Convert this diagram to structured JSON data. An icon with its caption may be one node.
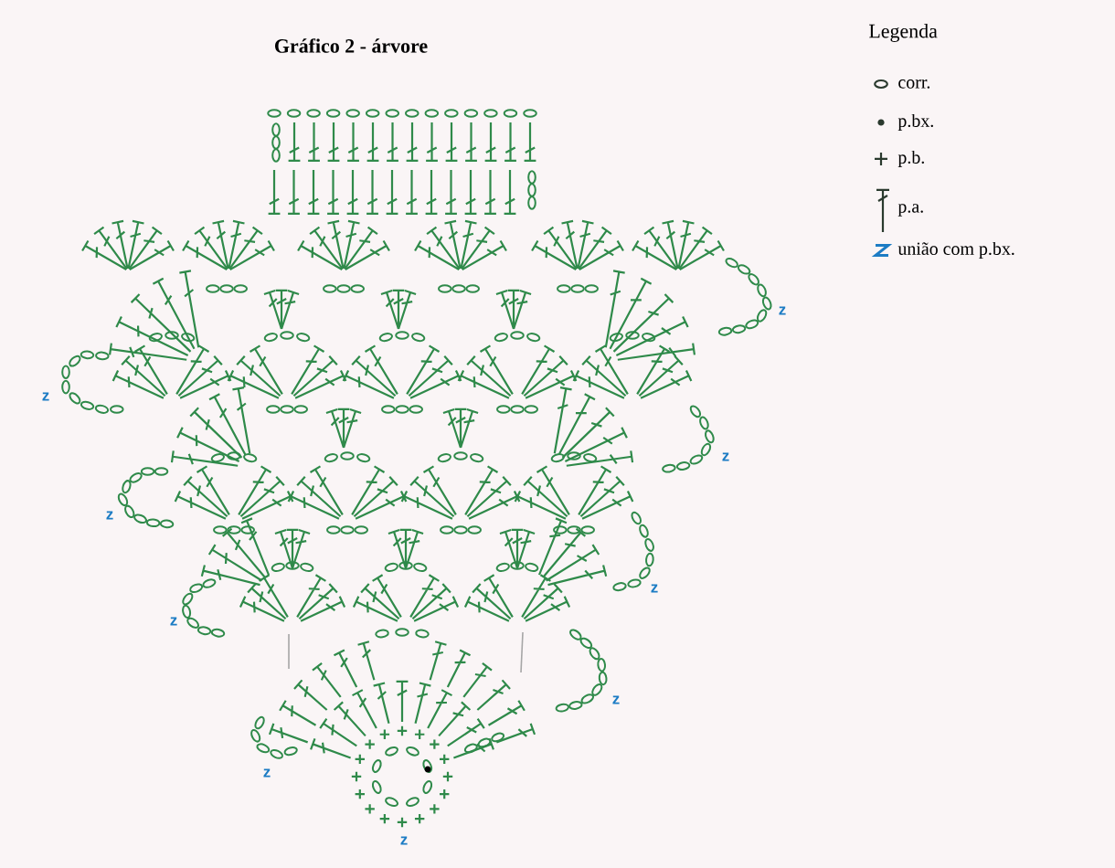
{
  "diagram": {
    "title": "Gráfico 2 - árvore",
    "labels": [
      "Legenda",
      "z",
      "z",
      "z",
      "z",
      "z",
      "z",
      "z",
      "z",
      "z"
    ],
    "legend": [
      {
        "text": "corr."
      },
      {
        "text": "p.bx."
      },
      {
        "text": "p.b."
      },
      {
        "text": "p.a."
      },
      {
        "text": "união com p.bx."
      }
    ]
  }
}
